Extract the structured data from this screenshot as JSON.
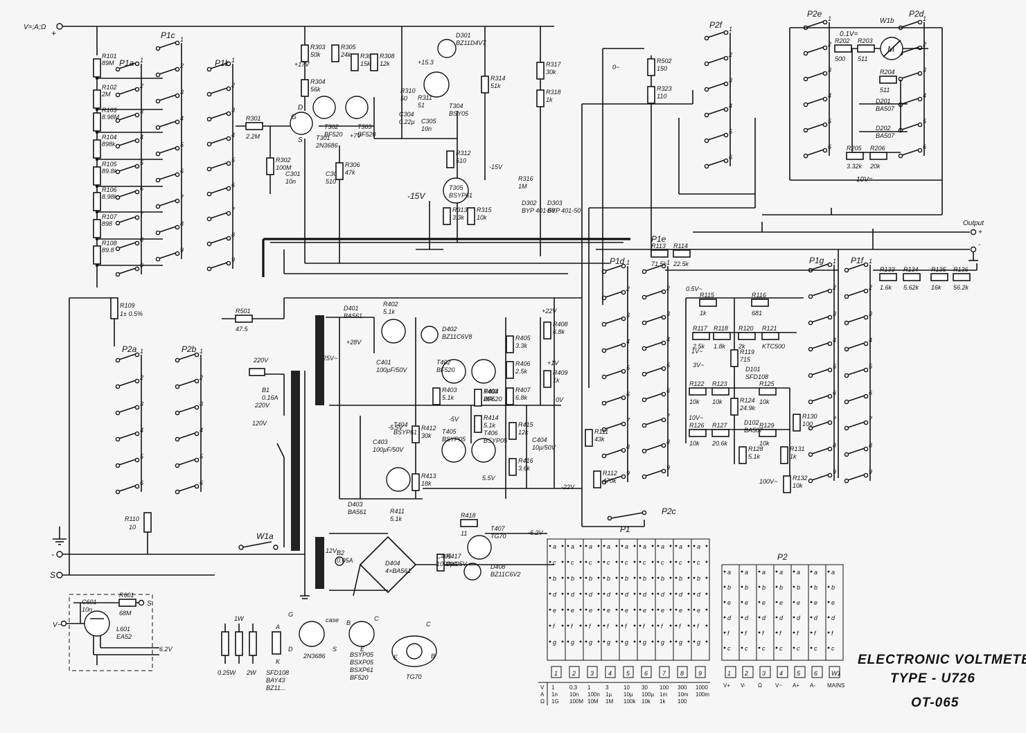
{
  "title": {
    "line1": "ELECTRONIC VOLTMETER",
    "line2": "TYPE - U726",
    "code": "OT-065"
  },
  "terminals": {
    "input": "V=;A;Ω",
    "input_plus": "+",
    "minus": "-",
    "s": "S",
    "output": "Output",
    "out_plus": "+",
    "out_minus": "-",
    "v_ac": "V~",
    "probe_s": "S",
    "probe_62": "6.2V"
  },
  "switch_labels": [
    "P1a",
    "P1b",
    "P1c",
    "P1d",
    "P1e",
    "P1f",
    "P1g",
    "P2a",
    "P2b",
    "P2c",
    "P2d",
    "P2e",
    "P2f",
    "W1a",
    "W1b"
  ],
  "input_divider": {
    "resistors": [
      {
        "ref": "R101",
        "val": "89M"
      },
      {
        "ref": "R102",
        "val": "2M"
      },
      {
        "ref": "R103",
        "val": "8.98M"
      },
      {
        "ref": "R104",
        "val": "898k"
      },
      {
        "ref": "R105",
        "val": "89.8k"
      },
      {
        "ref": "R106",
        "val": "8.98k"
      },
      {
        "ref": "R107",
        "val": "898"
      },
      {
        "ref": "R108",
        "val": "89.8"
      },
      {
        "ref": "R109",
        "val": "1± 0.5%"
      },
      {
        "ref": "R110",
        "val": "10"
      }
    ]
  },
  "amplifier": {
    "parts": [
      {
        "ref": "R301",
        "val": "2.2M"
      },
      {
        "ref": "R302",
        "val": "100M"
      },
      {
        "ref": "C301",
        "val": "10n"
      },
      {
        "ref": "T301",
        "val": "2N3686"
      },
      {
        "ref": "R303",
        "val": "50k"
      },
      {
        "ref": "R304",
        "val": "56k"
      },
      {
        "ref": "R305",
        "val": "24k"
      },
      {
        "ref": "R307",
        "val": "15k"
      },
      {
        "ref": "R308",
        "val": "12k"
      },
      {
        "ref": "T302",
        "val": "BF520"
      },
      {
        "ref": "T303",
        "val": "BF520"
      },
      {
        "ref": "C302",
        "val": "510"
      },
      {
        "ref": "R306",
        "val": "47k"
      },
      {
        "ref": "R310",
        "val": "50"
      },
      {
        "ref": "R311",
        "val": "51"
      },
      {
        "ref": "C304",
        "val": "0.22µ"
      },
      {
        "ref": "C305",
        "val": "10n"
      },
      {
        "ref": "D301",
        "val": "BZ11D4V7"
      },
      {
        "ref": "T304",
        "val": "BSY05"
      },
      {
        "ref": "R314",
        "val": "51k"
      },
      {
        "ref": "R312",
        "val": "510"
      },
      {
        "ref": "T305",
        "val": "BSYP61"
      },
      {
        "ref": "R313",
        "val": "3.3k"
      },
      {
        "ref": "R315",
        "val": "10k"
      },
      {
        "ref": "R316",
        "val": "1M"
      },
      {
        "ref": "R317",
        "val": "30k"
      },
      {
        "ref": "R318",
        "val": "1k"
      },
      {
        "ref": "D302",
        "val": "BYP 401-50"
      },
      {
        "ref": "D303",
        "val": "BYP 401-50"
      }
    ],
    "voltages": [
      "+17V",
      "+15.3",
      "+7V",
      "-15V",
      "-15V",
      "6.8k",
      "0.22µ"
    ]
  },
  "power_supply": {
    "parts": [
      {
        "ref": "R501",
        "val": "47.5"
      },
      {
        "ref": "D401",
        "val": "BA561"
      },
      {
        "ref": "R402",
        "val": "5.1k"
      },
      {
        "ref": "D402",
        "val": "BZ11C6V8"
      },
      {
        "ref": "C401",
        "val": "100µF/50V"
      },
      {
        "ref": "T402",
        "val": "BF520"
      },
      {
        "ref": "T403",
        "val": "BF520"
      },
      {
        "ref": "R403",
        "val": "5.1k"
      },
      {
        "ref": "R404",
        "val": "20k"
      },
      {
        "ref": "R405",
        "val": "3.3k"
      },
      {
        "ref": "R406",
        "val": "2.5k"
      },
      {
        "ref": "R407",
        "val": "6.8k"
      },
      {
        "ref": "R408",
        "val": "6.8k"
      },
      {
        "ref": "R409",
        "val": "1k"
      },
      {
        "ref": "R412",
        "val": "30k"
      },
      {
        "ref": "R413",
        "val": "18k"
      },
      {
        "ref": "R414",
        "val": "5.1k"
      },
      {
        "ref": "R415",
        "val": "12k"
      },
      {
        "ref": "R416",
        "val": "3.6k"
      },
      {
        "ref": "T404",
        "val": "BSYP61"
      },
      {
        "ref": "T405",
        "val": "BSYP05"
      },
      {
        "ref": "T406",
        "val": "BSYP05"
      },
      {
        "ref": "C403",
        "val": "100µF/50V"
      },
      {
        "ref": "C404",
        "val": "10µ/50V"
      },
      {
        "ref": "D403",
        "val": "BA561"
      },
      {
        "ref": "R411",
        "val": "5.1k"
      },
      {
        "ref": "D404",
        "val": "4×BA561"
      },
      {
        "ref": "R417",
        "val": "200"
      },
      {
        "ref": "R418",
        "val": "11"
      },
      {
        "ref": "T407",
        "val": "TG70"
      },
      {
        "ref": "D408",
        "val": "BZ11C6V2"
      },
      {
        "ref": "C405",
        "val": "1000µ/25V"
      },
      {
        "ref": "B1",
        "val": "0.16A"
      },
      {
        "ref": "B2",
        "val": "0.05A"
      }
    ],
    "voltages": [
      "+22V",
      "+28V",
      "+1V",
      "0V",
      "-5.5V",
      "-5V",
      "5.5V",
      "-22V",
      "-6.2V",
      "25V~",
      "12V~",
      "220V",
      "220V",
      "120V"
    ]
  },
  "range_network": {
    "parts": [
      {
        "ref": "R113",
        "val": "71.5k"
      },
      {
        "ref": "R114",
        "val": "22.5k"
      },
      {
        "ref": "R111",
        "val": "43k"
      },
      {
        "ref": "R112",
        "val": "470k"
      },
      {
        "ref": "R115",
        "val": "1k"
      },
      {
        "ref": "R116",
        "val": "681"
      },
      {
        "ref": "R117",
        "val": "2.5k"
      },
      {
        "ref": "R118",
        "val": "1.8k"
      },
      {
        "ref": "R119",
        "val": "715"
      },
      {
        "ref": "R120",
        "val": "2k"
      },
      {
        "ref": "R121",
        "val": "KTC500"
      },
      {
        "ref": "R122",
        "val": "10k"
      },
      {
        "ref": "R123",
        "val": "10k"
      },
      {
        "ref": "R124",
        "val": "24.9k"
      },
      {
        "ref": "R125",
        "val": "10k"
      },
      {
        "ref": "R126",
        "val": "10k"
      },
      {
        "ref": "R127",
        "val": "20.6k"
      },
      {
        "ref": "R128",
        "val": "5.1k"
      },
      {
        "ref": "R129",
        "val": "10k"
      },
      {
        "ref": "R130",
        "val": "100"
      },
      {
        "ref": "R131",
        "val": "1k"
      },
      {
        "ref": "R132",
        "val": "10k"
      },
      {
        "ref": "R133",
        "val": "1.6k"
      },
      {
        "ref": "R134",
        "val": "5.62k"
      },
      {
        "ref": "R135",
        "val": "16k"
      },
      {
        "ref": "R136",
        "val": "56.2k"
      },
      {
        "ref": "D101",
        "val": "SFD108"
      },
      {
        "ref": "D102",
        "val": "BA507"
      },
      {
        "ref": "R502",
        "val": "150"
      },
      {
        "ref": "R323",
        "val": "110"
      }
    ],
    "voltages": [
      "0.5V~",
      "1V~",
      "3V~",
      "10V~",
      "100V~",
      "0~"
    ]
  },
  "meter": {
    "parts": [
      {
        "ref": "R202",
        "val": "500"
      },
      {
        "ref": "R203",
        "val": "511"
      },
      {
        "ref": "R204",
        "val": "511"
      },
      {
        "ref": "R205",
        "val": "3.32k"
      },
      {
        "ref": "R206",
        "val": "20k"
      },
      {
        "ref": "D201",
        "val": "BA507"
      },
      {
        "ref": "D202",
        "val": "BA507"
      }
    ],
    "labels": [
      "0.1V=",
      "10V=",
      "W1b",
      "M"
    ]
  },
  "probe": {
    "parts": [
      {
        "ref": "C601",
        "val": "10n"
      },
      {
        "ref": "R601",
        "val": "68M"
      },
      {
        "ref": "L601",
        "val": "EA52"
      }
    ]
  },
  "legend_parts": {
    "resistors": [
      "0.25W",
      "1W",
      "2W"
    ],
    "diode": [
      "SFD108",
      "BAY43",
      "BZ11..."
    ],
    "diode_pins": [
      "A",
      "K"
    ],
    "fet": {
      "name": "2N3686",
      "pins": [
        "G",
        "D",
        "S",
        "case"
      ]
    },
    "bjt": {
      "names": [
        "BSYP05",
        "BSXP05",
        "BSXP61",
        "BF520"
      ],
      "pins": [
        "B",
        "C",
        "E"
      ]
    },
    "power": {
      "name": "TG70",
      "pins": [
        "C",
        "E",
        "B"
      ]
    }
  },
  "p1_table": {
    "label": "P1",
    "rows": [
      {
        "key": "V",
        "vals": [
          "1",
          "0.3",
          "1",
          "3",
          "10",
          "30",
          "100",
          "300",
          "1000"
        ]
      },
      {
        "key": "A",
        "vals": [
          "1n",
          "10n",
          "100n",
          "1µ",
          "10µ",
          "100µ",
          "1m",
          "10m",
          "100m"
        ]
      },
      {
        "key": "Ω",
        "vals": [
          "1G",
          "100M",
          "10M",
          "1M",
          "100k",
          "10k",
          "1k",
          "100",
          ""
        ]
      }
    ],
    "positions": [
      "1",
      "2",
      "3",
      "4",
      "5",
      "6",
      "7",
      "8",
      "9"
    ]
  },
  "p2_table": {
    "label": "P2",
    "positions": [
      "1",
      "2",
      "3",
      "4",
      "5",
      "6",
      "W1"
    ],
    "functions": [
      "V+",
      "V-",
      "Ω",
      "V~",
      "A+",
      "A-",
      "MAINS"
    ]
  }
}
